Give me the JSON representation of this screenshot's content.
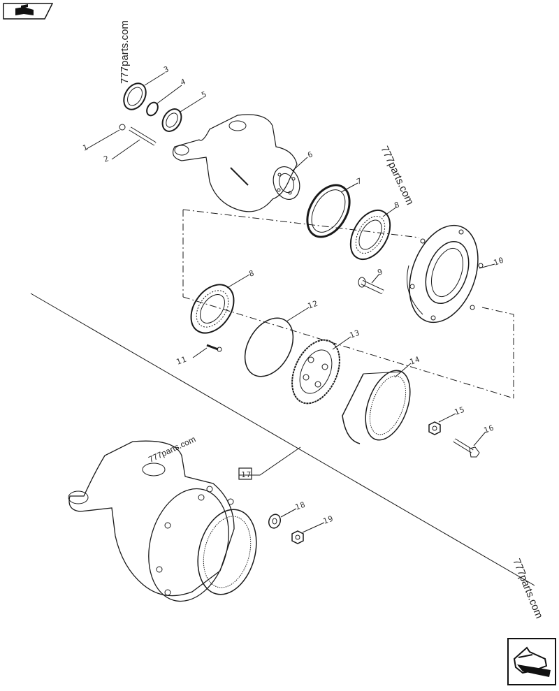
{
  "navigation": {
    "prev_label": "",
    "next_label": ""
  },
  "watermarks": [
    "777parts.com",
    "777parts.com",
    "777parts.com",
    "777parts.com"
  ],
  "callouts": [
    "1",
    "2",
    "3",
    "4",
    "5",
    "6",
    "7",
    "8",
    "8",
    "9",
    "10",
    "11",
    "12",
    "13",
    "14",
    "15",
    "16",
    "17",
    "18",
    "19"
  ],
  "colors": {
    "line": "#1a1a1a",
    "paper": "#ffffff",
    "shade": "#444444"
  }
}
